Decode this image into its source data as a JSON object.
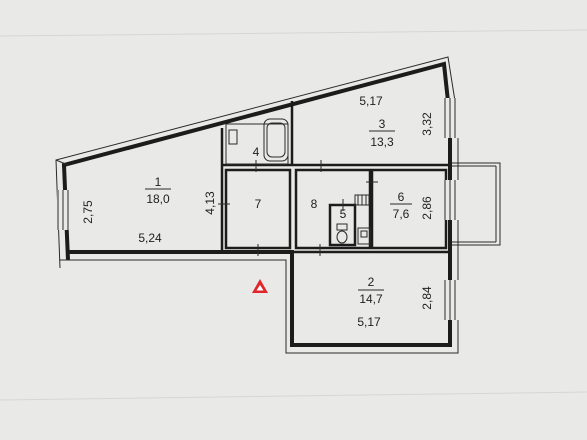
{
  "rooms": [
    {
      "id": "1",
      "number": "1",
      "area": "18,0",
      "width": "5,24",
      "depth": "2,75"
    },
    {
      "id": "2",
      "number": "2",
      "area": "14,7",
      "width": "5,17",
      "depth": "2,84"
    },
    {
      "id": "3",
      "number": "3",
      "area": "13,3",
      "width": "5,17",
      "depth": "3,32"
    },
    {
      "id": "4",
      "number": "4"
    },
    {
      "id": "5",
      "number": "5"
    },
    {
      "id": "6",
      "number": "6",
      "area": "7,6",
      "depth": "2,86"
    },
    {
      "id": "7",
      "number": "7",
      "depth": "4,13"
    },
    {
      "id": "8",
      "number": "8"
    }
  ],
  "marker": {
    "color": "#e0262b",
    "icon": "triangle-marker-icon"
  }
}
